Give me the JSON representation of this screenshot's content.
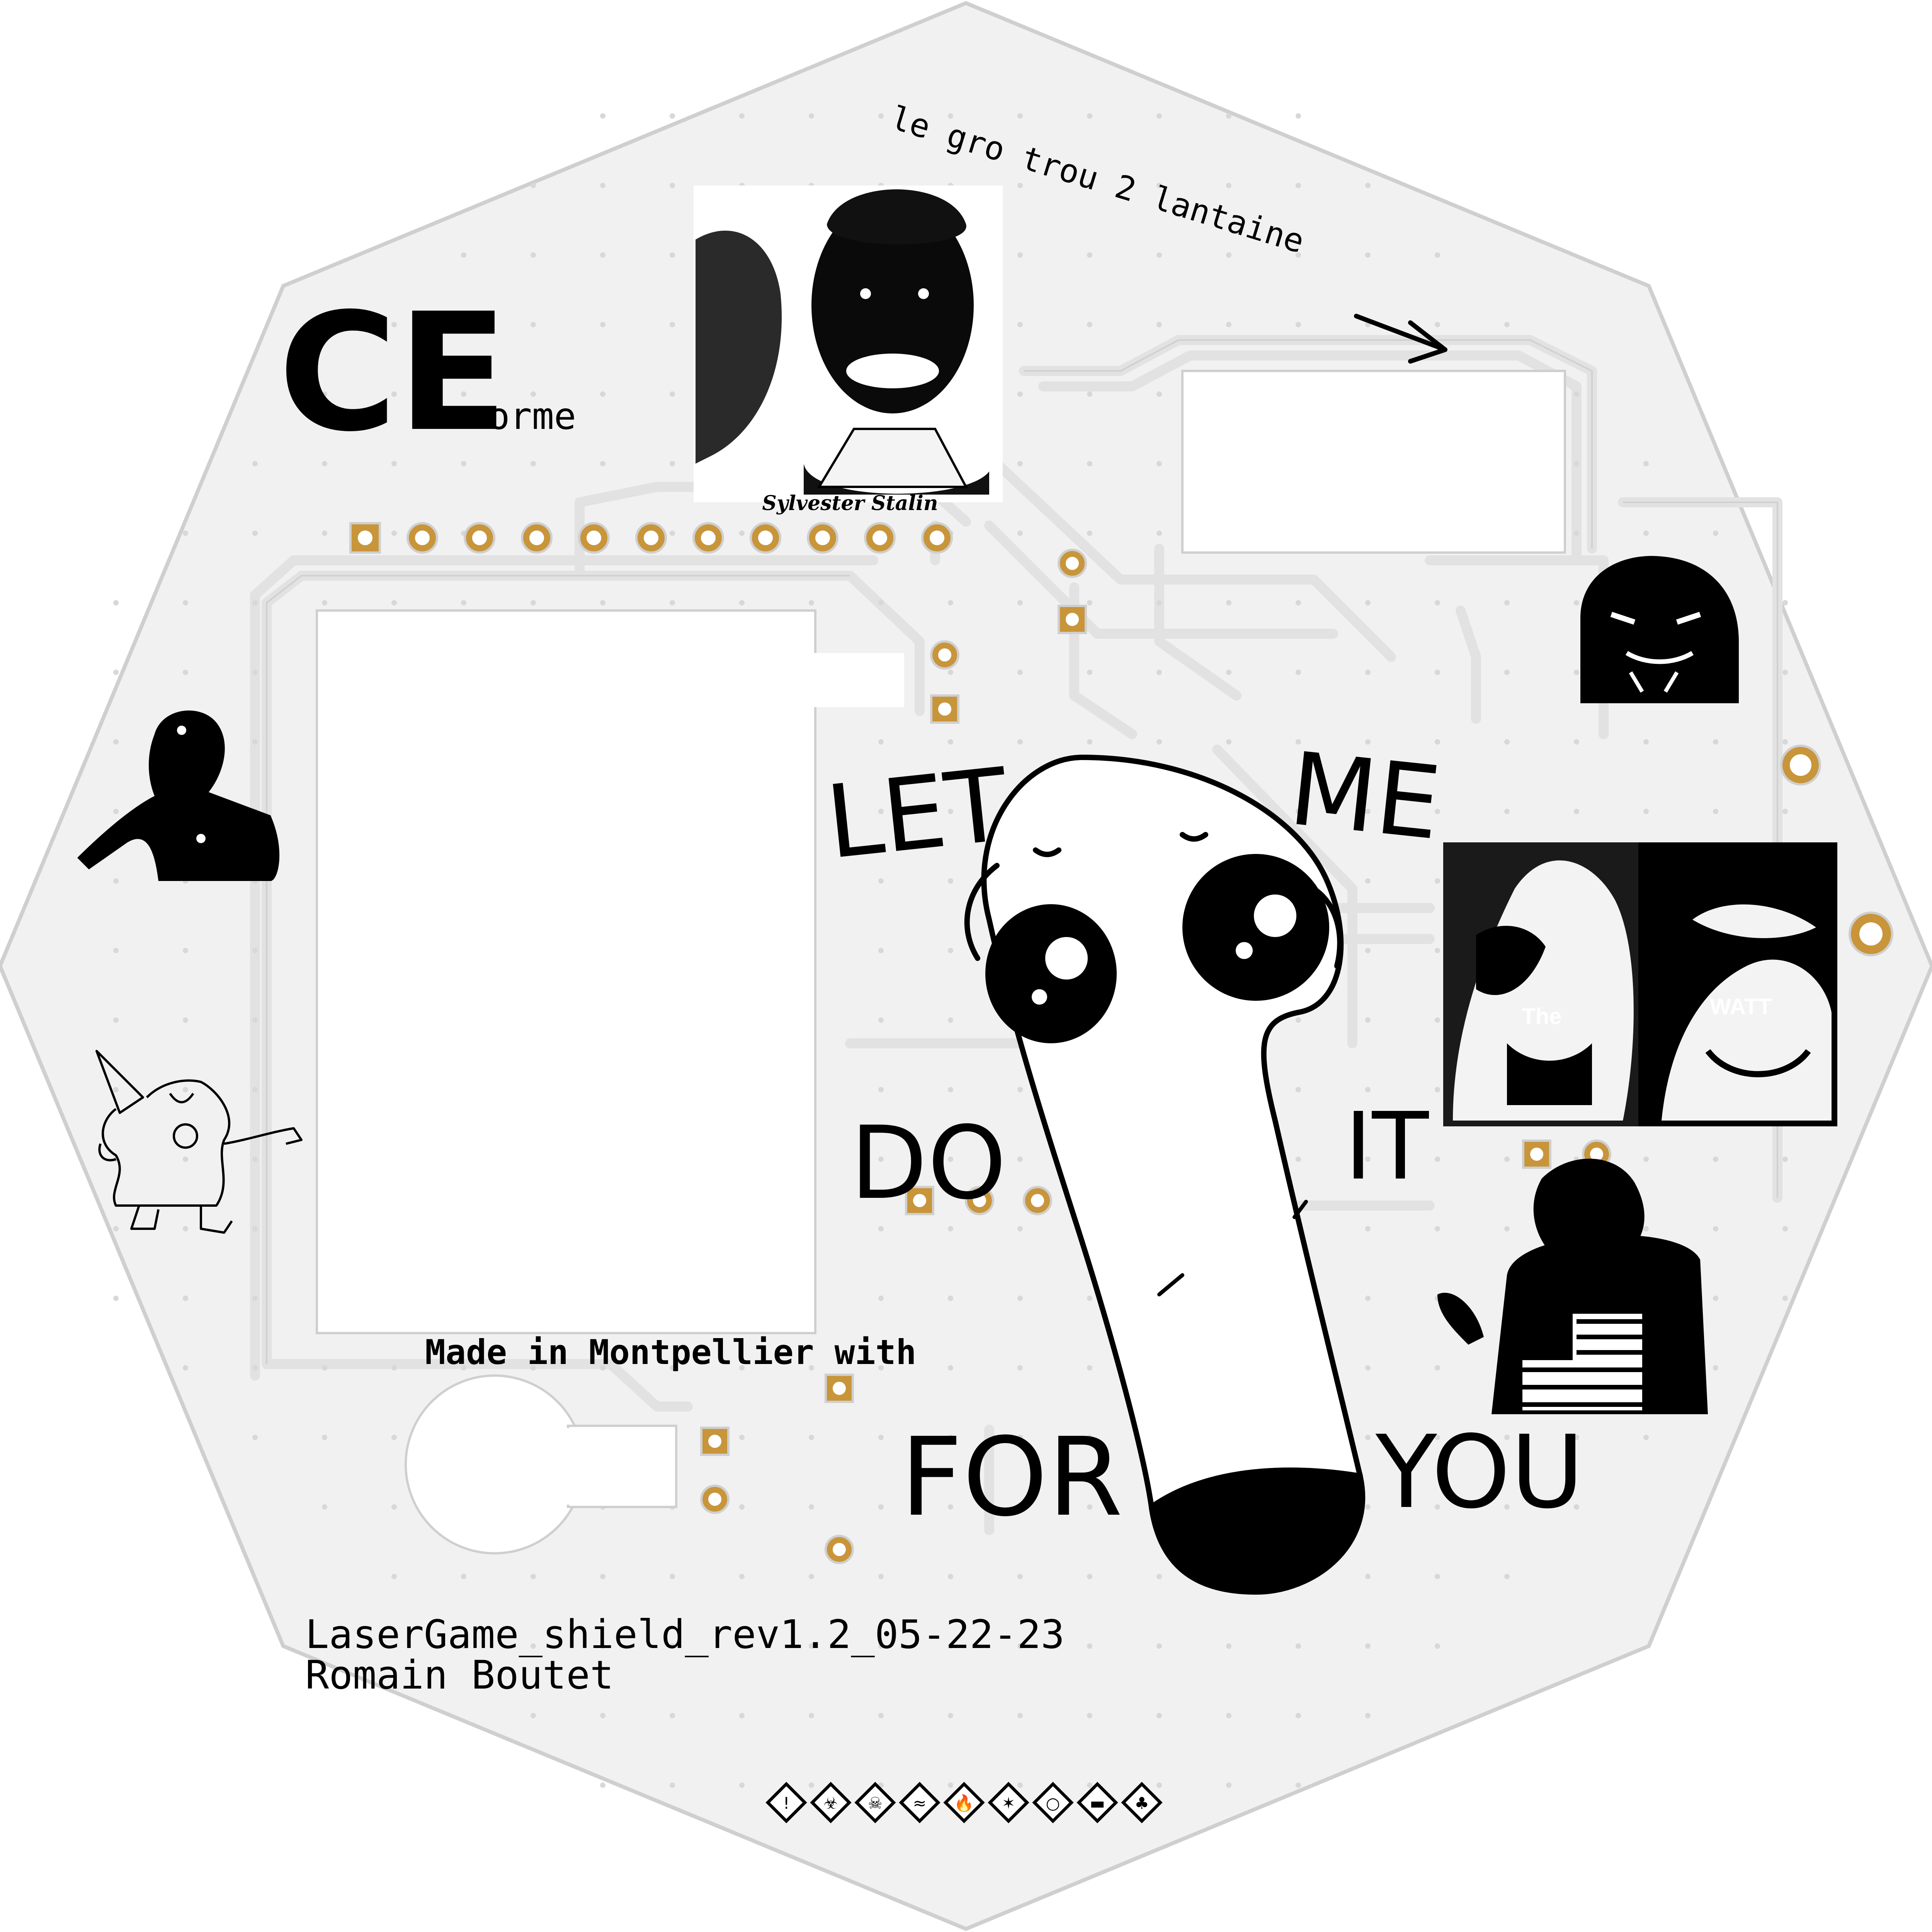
{
  "colors": {
    "board": "#f1f1f1",
    "outline": "#cfcfcf",
    "trace": "#e3e3e3",
    "trace_edge": "#cacaca",
    "silkscreen": "#000000",
    "pad_gold": "#c8953a",
    "hole": "#ffffff"
  },
  "board": {
    "ce_mark": "CE",
    "ce_suffix": "norme",
    "hole_note": "le gro trou 2 lantaine",
    "caption_portrait": "Sylvester Stalin",
    "meme_words": [
      "LET",
      "ME",
      "DO",
      "IT",
      "FOR",
      "YOU"
    ],
    "photo_label_left": "The",
    "photo_label_right": "WATT",
    "made_in": "Made in Montpellier with",
    "revision": "LaserGame_shield_rev1.2_05-22-23",
    "author": "Romain Boutet"
  },
  "icons": {
    "hazard_symbols": [
      "exclamation-hazard-icon",
      "health-hazard-icon",
      "toxic-skull-icon",
      "corrosive-icon",
      "flammable-icon",
      "environment-icon",
      "oxidizer-icon",
      "gas-cylinder-icon",
      "aquatic-hazard-icon"
    ]
  }
}
